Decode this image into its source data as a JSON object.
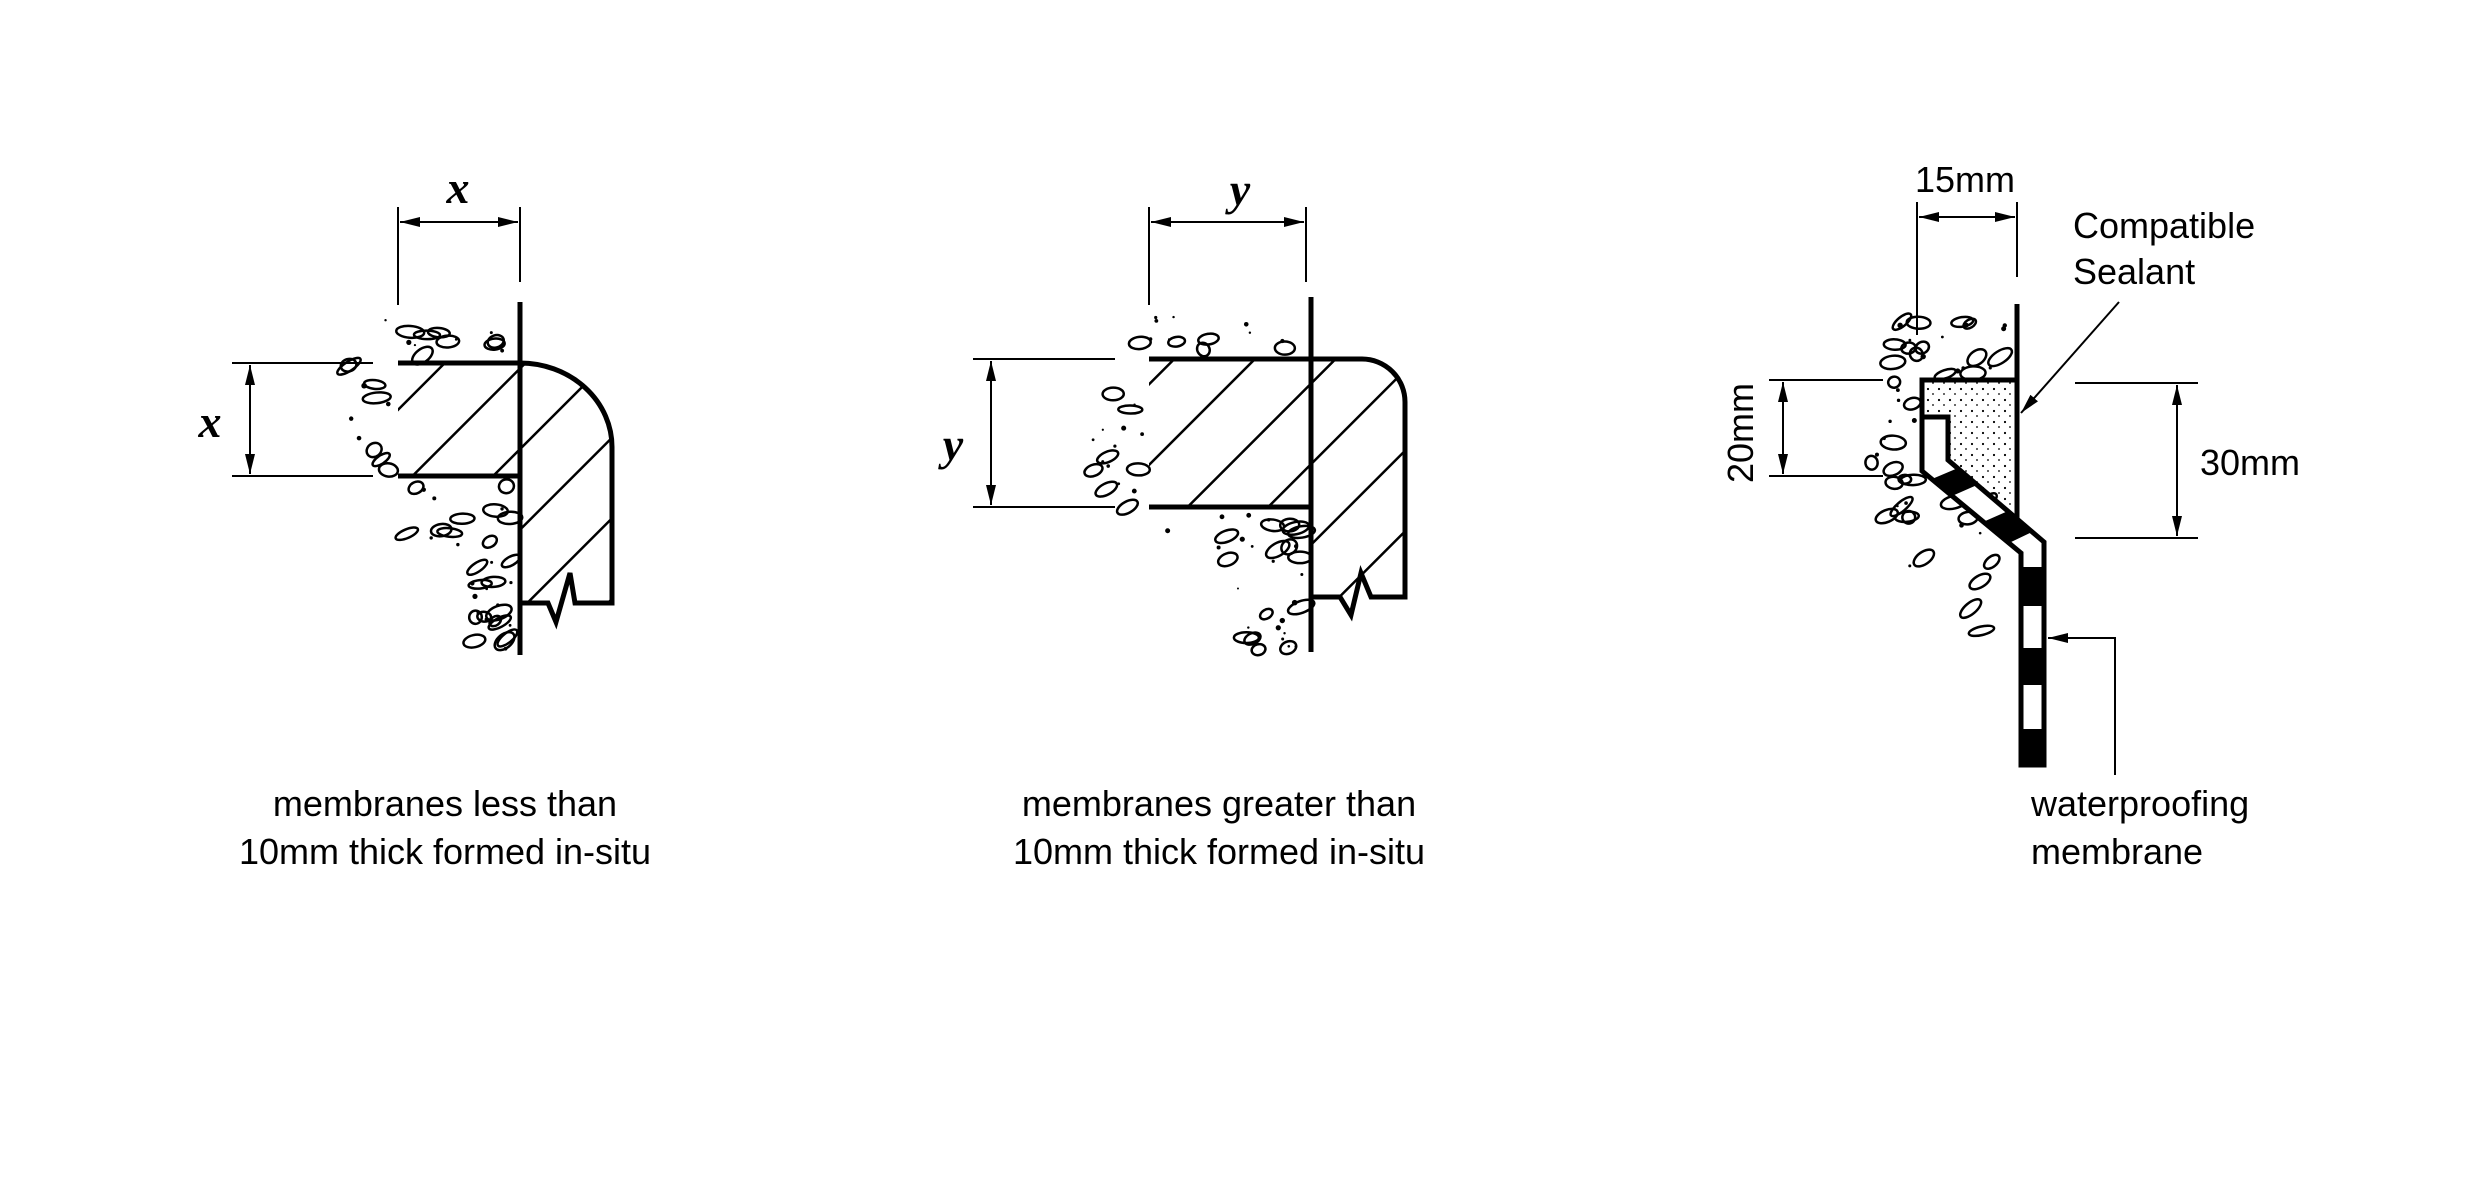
{
  "diagrams": [
    {
      "dim_top": "x",
      "dim_left": "x",
      "caption_line1": "membranes less than",
      "caption_line2": "10mm thick formed in-situ"
    },
    {
      "dim_top": "y",
      "dim_left": "y",
      "caption_line1": "membranes greater than",
      "caption_line2": "10mm thick formed in-situ"
    },
    {
      "dim_top": "15mm",
      "dim_left": "20mm",
      "dim_right": "30mm",
      "sealant_line1": "Compatible",
      "sealant_line2": "Sealant",
      "caption_line1": "waterproofing",
      "caption_line2": "membrane"
    }
  ],
  "colors": {
    "ink": "#000000",
    "background": "#ffffff"
  }
}
